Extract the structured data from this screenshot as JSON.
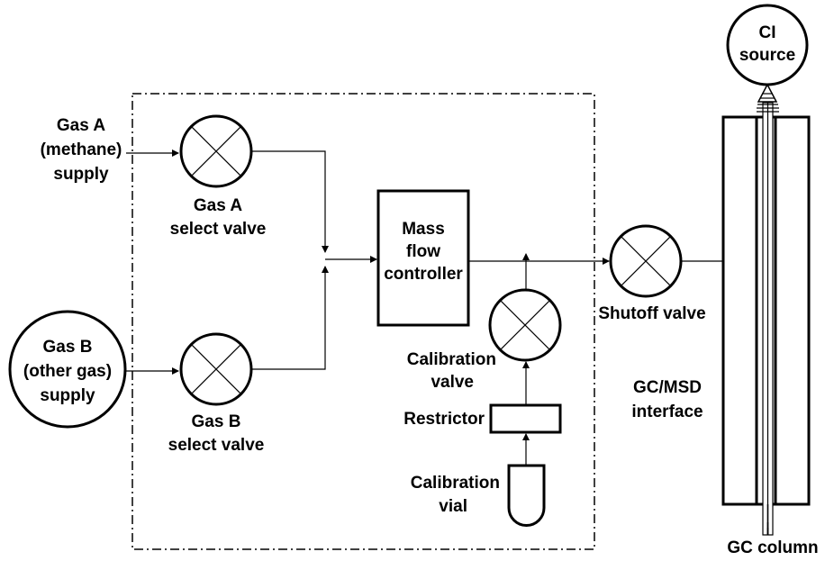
{
  "labels": {
    "gas_a_supply": [
      "Gas A",
      "(methane)",
      "supply"
    ],
    "gas_a_valve": [
      "Gas A",
      "select valve"
    ],
    "gas_b_supply": [
      "Gas B",
      "(other gas)",
      "supply"
    ],
    "gas_b_valve": [
      "Gas B",
      "select valve"
    ],
    "mfc": [
      "Mass",
      "flow",
      "controller"
    ],
    "calibration_valve": [
      "Calibration",
      "valve"
    ],
    "restrictor": "Restrictor",
    "calibration_vial": [
      "Calibration",
      "vial"
    ],
    "shutoff_valve": "Shutoff valve",
    "interface": [
      "GC/MSD",
      "interface"
    ],
    "ci_source": [
      "CI",
      "source"
    ],
    "gc_column": "GC column"
  }
}
